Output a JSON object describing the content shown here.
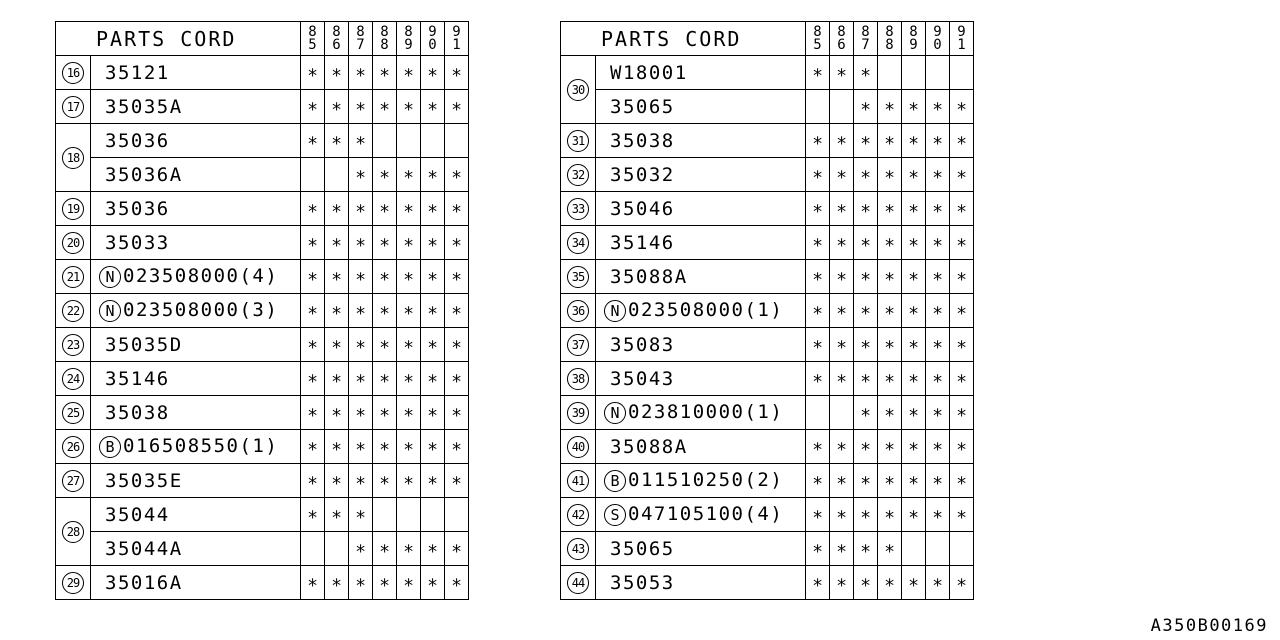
{
  "header": {
    "title": "PARTS CORD",
    "years": [
      [
        "8",
        "5"
      ],
      [
        "8",
        "6"
      ],
      [
        "8",
        "7"
      ],
      [
        "8",
        "8"
      ],
      [
        "8",
        "9"
      ],
      [
        "9",
        "0"
      ],
      [
        "9",
        "1"
      ]
    ]
  },
  "mark_symbol": "∗",
  "left_table": [
    {
      "ref": "16",
      "parts": [
        {
          "prefix": "",
          "code": "35121",
          "years": [
            1,
            1,
            1,
            1,
            1,
            1,
            1
          ]
        }
      ]
    },
    {
      "ref": "17",
      "parts": [
        {
          "prefix": "",
          "code": "35035A",
          "years": [
            1,
            1,
            1,
            1,
            1,
            1,
            1
          ]
        }
      ]
    },
    {
      "ref": "18",
      "parts": [
        {
          "prefix": "",
          "code": "35036",
          "years": [
            1,
            1,
            1,
            0,
            0,
            0,
            0
          ]
        },
        {
          "prefix": "",
          "code": "35036A",
          "years": [
            0,
            0,
            1,
            1,
            1,
            1,
            1
          ]
        }
      ]
    },
    {
      "ref": "19",
      "parts": [
        {
          "prefix": "",
          "code": "35036",
          "years": [
            1,
            1,
            1,
            1,
            1,
            1,
            1
          ]
        }
      ]
    },
    {
      "ref": "20",
      "parts": [
        {
          "prefix": "",
          "code": "35033",
          "years": [
            1,
            1,
            1,
            1,
            1,
            1,
            1
          ]
        }
      ]
    },
    {
      "ref": "21",
      "parts": [
        {
          "prefix": "N",
          "code": "023508000(4)",
          "years": [
            1,
            1,
            1,
            1,
            1,
            1,
            1
          ]
        }
      ]
    },
    {
      "ref": "22",
      "parts": [
        {
          "prefix": "N",
          "code": "023508000(3)",
          "years": [
            1,
            1,
            1,
            1,
            1,
            1,
            1
          ]
        }
      ]
    },
    {
      "ref": "23",
      "parts": [
        {
          "prefix": "",
          "code": "35035D",
          "years": [
            1,
            1,
            1,
            1,
            1,
            1,
            1
          ]
        }
      ]
    },
    {
      "ref": "24",
      "parts": [
        {
          "prefix": "",
          "code": "35146",
          "years": [
            1,
            1,
            1,
            1,
            1,
            1,
            1
          ]
        }
      ]
    },
    {
      "ref": "25",
      "parts": [
        {
          "prefix": "",
          "code": "35038",
          "years": [
            1,
            1,
            1,
            1,
            1,
            1,
            1
          ]
        }
      ]
    },
    {
      "ref": "26",
      "parts": [
        {
          "prefix": "B",
          "code": "016508550(1)",
          "years": [
            1,
            1,
            1,
            1,
            1,
            1,
            1
          ]
        }
      ]
    },
    {
      "ref": "27",
      "parts": [
        {
          "prefix": "",
          "code": "35035E",
          "years": [
            1,
            1,
            1,
            1,
            1,
            1,
            1
          ]
        }
      ]
    },
    {
      "ref": "28",
      "parts": [
        {
          "prefix": "",
          "code": "35044",
          "years": [
            1,
            1,
            1,
            0,
            0,
            0,
            0
          ]
        },
        {
          "prefix": "",
          "code": "35044A",
          "years": [
            0,
            0,
            1,
            1,
            1,
            1,
            1
          ]
        }
      ]
    },
    {
      "ref": "29",
      "parts": [
        {
          "prefix": "",
          "code": "35016A",
          "years": [
            1,
            1,
            1,
            1,
            1,
            1,
            1
          ]
        }
      ]
    }
  ],
  "right_table": [
    {
      "ref": "30",
      "parts": [
        {
          "prefix": "",
          "code": "W18001",
          "years": [
            1,
            1,
            1,
            0,
            0,
            0,
            0
          ]
        },
        {
          "prefix": "",
          "code": "35065",
          "years": [
            0,
            0,
            1,
            1,
            1,
            1,
            1
          ]
        }
      ]
    },
    {
      "ref": "31",
      "parts": [
        {
          "prefix": "",
          "code": "35038",
          "years": [
            1,
            1,
            1,
            1,
            1,
            1,
            1
          ]
        }
      ]
    },
    {
      "ref": "32",
      "parts": [
        {
          "prefix": "",
          "code": "35032",
          "years": [
            1,
            1,
            1,
            1,
            1,
            1,
            1
          ]
        }
      ]
    },
    {
      "ref": "33",
      "parts": [
        {
          "prefix": "",
          "code": "35046",
          "years": [
            1,
            1,
            1,
            1,
            1,
            1,
            1
          ]
        }
      ]
    },
    {
      "ref": "34",
      "parts": [
        {
          "prefix": "",
          "code": "35146",
          "years": [
            1,
            1,
            1,
            1,
            1,
            1,
            1
          ]
        }
      ]
    },
    {
      "ref": "35",
      "parts": [
        {
          "prefix": "",
          "code": "35088A",
          "years": [
            1,
            1,
            1,
            1,
            1,
            1,
            1
          ]
        }
      ]
    },
    {
      "ref": "36",
      "parts": [
        {
          "prefix": "N",
          "code": "023508000(1)",
          "years": [
            1,
            1,
            1,
            1,
            1,
            1,
            1
          ]
        }
      ]
    },
    {
      "ref": "37",
      "parts": [
        {
          "prefix": "",
          "code": "35083",
          "years": [
            1,
            1,
            1,
            1,
            1,
            1,
            1
          ]
        }
      ]
    },
    {
      "ref": "38",
      "parts": [
        {
          "prefix": "",
          "code": "35043",
          "years": [
            1,
            1,
            1,
            1,
            1,
            1,
            1
          ]
        }
      ]
    },
    {
      "ref": "39",
      "parts": [
        {
          "prefix": "N",
          "code": "023810000(1)",
          "years": [
            0,
            0,
            1,
            1,
            1,
            1,
            1
          ]
        }
      ]
    },
    {
      "ref": "40",
      "parts": [
        {
          "prefix": "",
          "code": "35088A",
          "years": [
            1,
            1,
            1,
            1,
            1,
            1,
            1
          ]
        }
      ]
    },
    {
      "ref": "41",
      "parts": [
        {
          "prefix": "B",
          "code": "011510250(2)",
          "years": [
            1,
            1,
            1,
            1,
            1,
            1,
            1
          ]
        }
      ]
    },
    {
      "ref": "42",
      "parts": [
        {
          "prefix": "S",
          "code": "047105100(4)",
          "years": [
            1,
            1,
            1,
            1,
            1,
            1,
            1
          ]
        }
      ]
    },
    {
      "ref": "43",
      "parts": [
        {
          "prefix": "",
          "code": "35065",
          "years": [
            1,
            1,
            1,
            1,
            0,
            0,
            0
          ]
        }
      ]
    },
    {
      "ref": "44",
      "parts": [
        {
          "prefix": "",
          "code": "35053",
          "years": [
            1,
            1,
            1,
            1,
            1,
            1,
            1
          ]
        }
      ]
    }
  ],
  "figure_code": "A350B00169"
}
